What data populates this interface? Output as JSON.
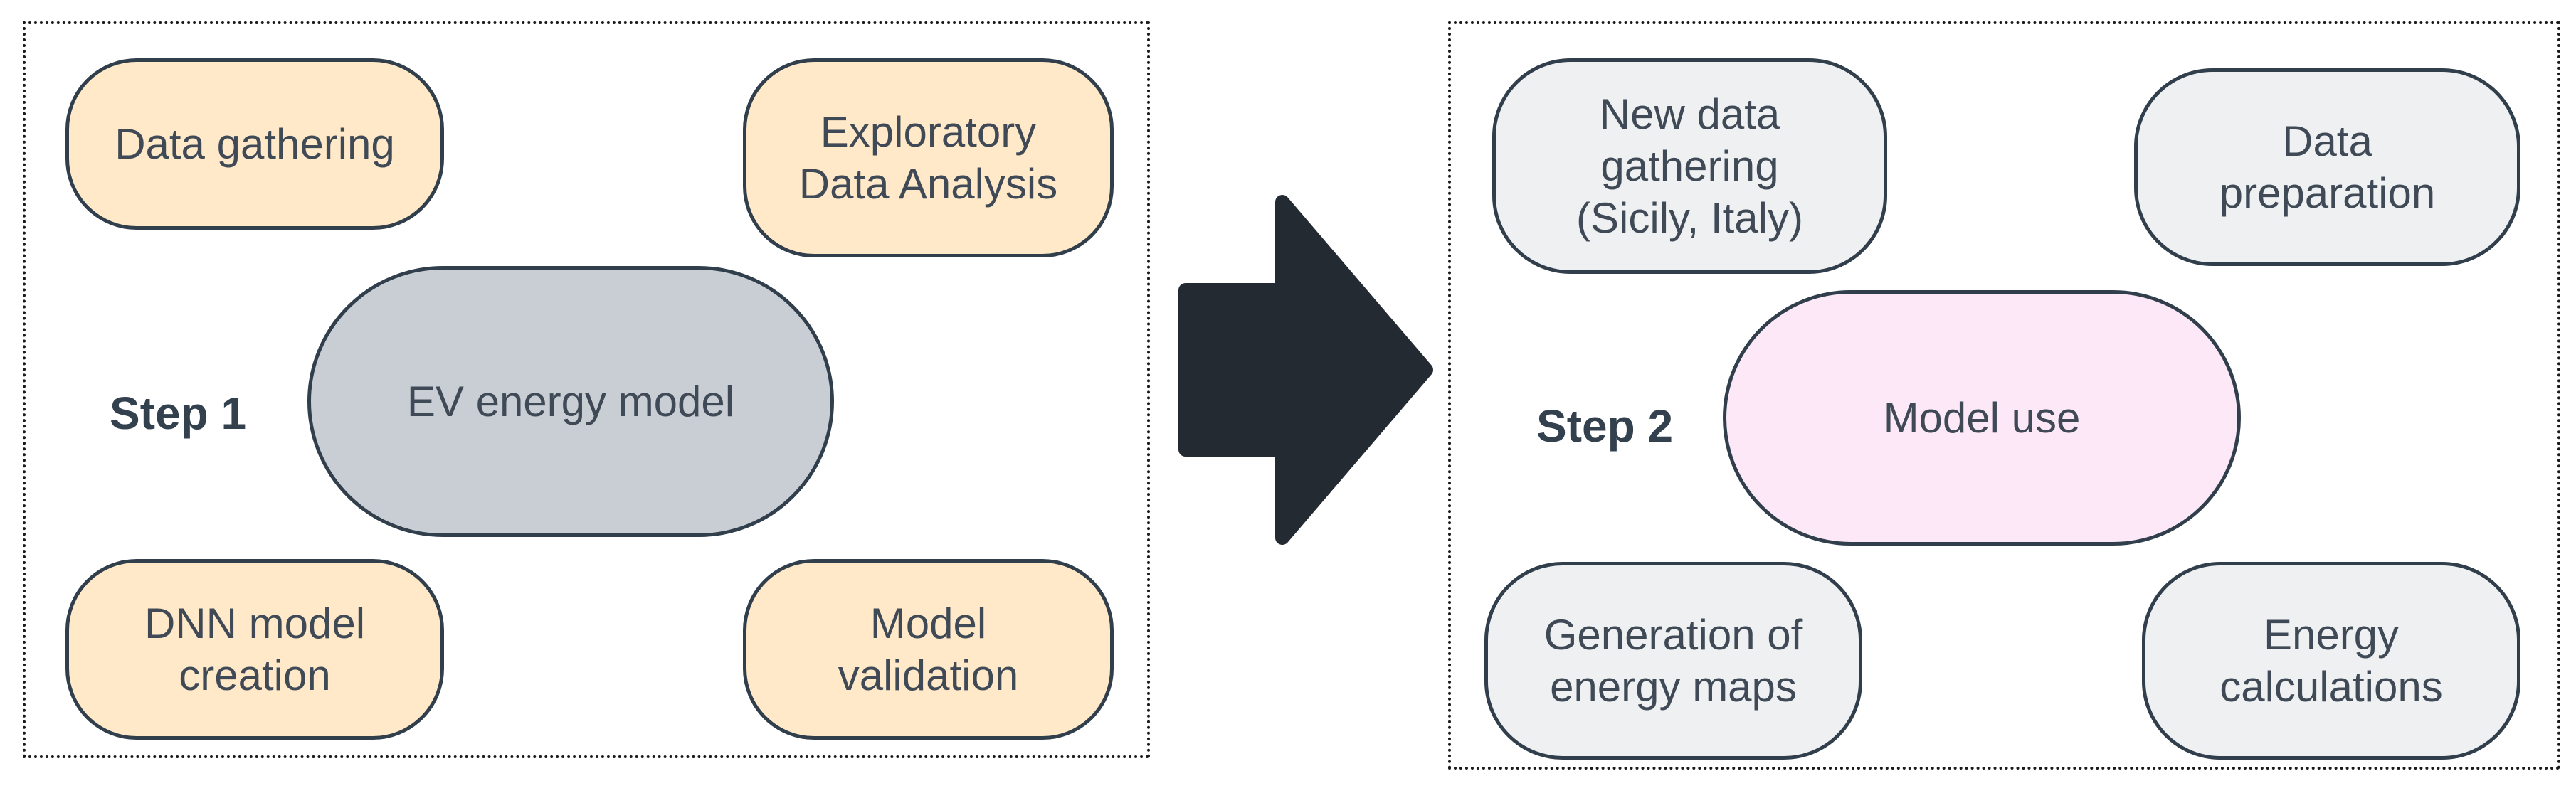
{
  "diagram": {
    "left_panel": {
      "step_label": "Step 1",
      "center_node": {
        "label": "EV energy model"
      },
      "nodes": [
        {
          "label": "Data gathering"
        },
        {
          "label": "Exploratory\nData Analysis"
        },
        {
          "label": "DNN model\ncreation"
        },
        {
          "label": "Model\nvalidation"
        }
      ]
    },
    "right_panel": {
      "step_label": "Step 2",
      "center_node": {
        "label": "Model use"
      },
      "nodes": [
        {
          "label": "New data\ngathering\n(Sicily, Italy)"
        },
        {
          "label": "Data\npreparation"
        },
        {
          "label": "Generation of\nenergy maps"
        },
        {
          "label": "Energy\ncalculations"
        }
      ]
    },
    "arrow": {
      "name": "right-arrow",
      "color": "#242a32"
    },
    "colors": {
      "cream_fill": "#ffe9c8",
      "gray_fill": "#c9cdd4",
      "light_gray_fill": "#eef0f2",
      "pink_fill": "#fce8f6",
      "node_border": "#313e4b",
      "text": "#3f4a56",
      "panel_border": "#1a1a1a"
    }
  }
}
